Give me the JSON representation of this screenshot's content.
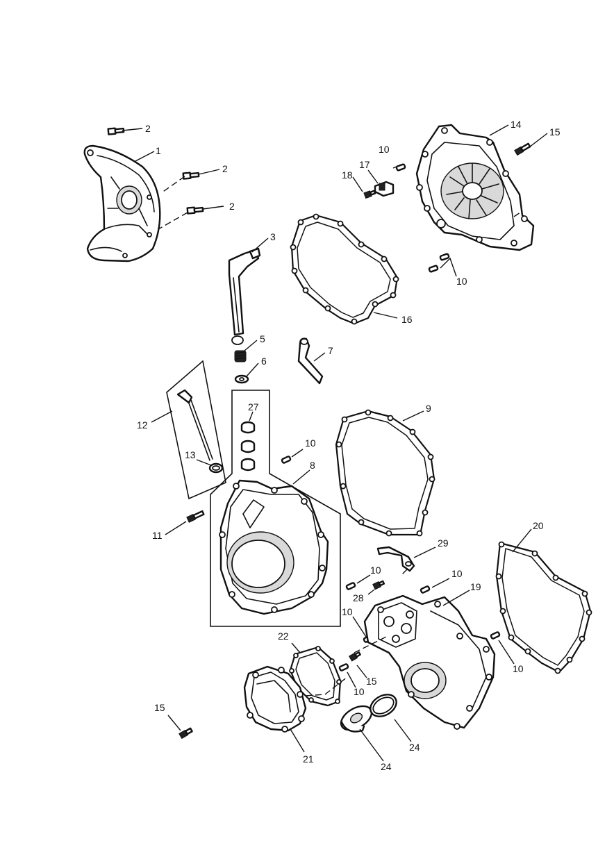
{
  "callouts": [
    {
      "id": "c2a",
      "text": "2"
    },
    {
      "id": "c1",
      "text": "1"
    },
    {
      "id": "c2b",
      "text": "2"
    },
    {
      "id": "c2c",
      "text": "2"
    },
    {
      "id": "c14",
      "text": "14"
    },
    {
      "id": "c15a",
      "text": "15"
    },
    {
      "id": "c10a",
      "text": "10"
    },
    {
      "id": "c18",
      "text": "18"
    },
    {
      "id": "c17",
      "text": "17"
    },
    {
      "id": "c3",
      "text": "3"
    },
    {
      "id": "c10b",
      "text": "10"
    },
    {
      "id": "c16",
      "text": "16"
    },
    {
      "id": "c5",
      "text": "5"
    },
    {
      "id": "c7",
      "text": "7"
    },
    {
      "id": "c6",
      "text": "6"
    },
    {
      "id": "c27",
      "text": "27"
    },
    {
      "id": "c9",
      "text": "9"
    },
    {
      "id": "c12",
      "text": "12"
    },
    {
      "id": "c10c",
      "text": "10"
    },
    {
      "id": "c13",
      "text": "13"
    },
    {
      "id": "c8",
      "text": "8"
    },
    {
      "id": "c11",
      "text": "11"
    },
    {
      "id": "c20",
      "text": "20"
    },
    {
      "id": "c29",
      "text": "29"
    },
    {
      "id": "c10d",
      "text": "10"
    },
    {
      "id": "c10e",
      "text": "10"
    },
    {
      "id": "c28",
      "text": "28"
    },
    {
      "id": "c19",
      "text": "19"
    },
    {
      "id": "c10f",
      "text": "10"
    },
    {
      "id": "c22",
      "text": "22"
    },
    {
      "id": "c10g",
      "text": "10"
    },
    {
      "id": "c15b",
      "text": "15"
    },
    {
      "id": "c10h",
      "text": "10"
    },
    {
      "id": "c15c",
      "text": "15"
    },
    {
      "id": "c24a",
      "text": "24"
    },
    {
      "id": "c21",
      "text": "21"
    },
    {
      "id": "c24b",
      "text": "24"
    }
  ]
}
